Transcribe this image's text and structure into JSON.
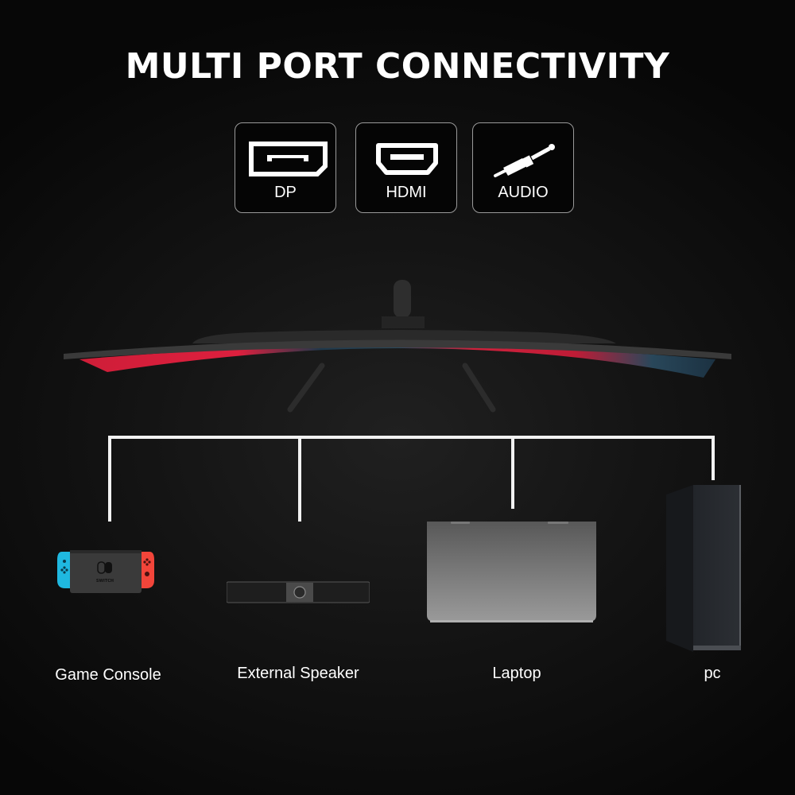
{
  "title": "MULTI PORT CONNECTIVITY",
  "ports": [
    {
      "label": "DP",
      "icon": "displayport-icon"
    },
    {
      "label": "HDMI",
      "icon": "hdmi-icon"
    },
    {
      "label": "AUDIO",
      "icon": "audio-jack-icon"
    }
  ],
  "product": {
    "name": "curved-monitor-top-view"
  },
  "devices": [
    {
      "label": "Game Console",
      "icon": "nintendo-switch"
    },
    {
      "label": "External Speaker",
      "icon": "soundbar"
    },
    {
      "label": "Laptop",
      "icon": "laptop"
    },
    {
      "label": "pc",
      "icon": "pc-tower"
    }
  ],
  "colors": {
    "background": "#0b0b0b",
    "text": "#ffffff",
    "line": "#f2f2f2",
    "box_border": "#9a9a9a",
    "joycon_blue": "#1fb8e0",
    "joycon_red": "#f2453a"
  }
}
